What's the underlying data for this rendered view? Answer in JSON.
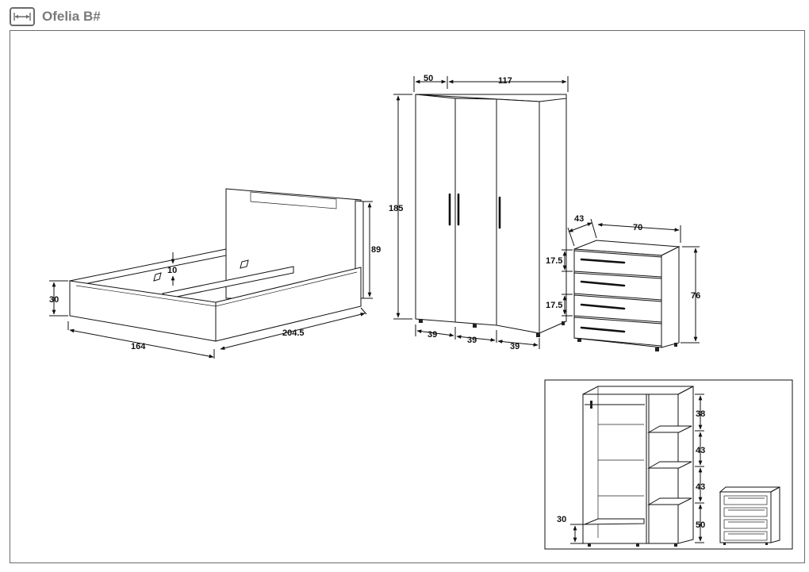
{
  "header": {
    "title": "Ofelia B#",
    "logo_icon": "dimension-arrow-icon"
  },
  "bed": {
    "width": "164",
    "length": "204.5",
    "headboard_height": "89",
    "frame_height": "30",
    "slat_offset": "10"
  },
  "wardrobe": {
    "depth": "50",
    "width": "117",
    "height": "185",
    "door_left": "39",
    "door_middle": "39",
    "door_right": "39"
  },
  "chest": {
    "depth": "43",
    "width": "70",
    "height": "76",
    "drawer_top": "17.5",
    "drawer_lower": "17.5"
  },
  "interior": {
    "shelf_1": "38",
    "shelf_2": "43",
    "shelf_3": "43",
    "shelf_4": "50",
    "bottom_shelf": "30"
  },
  "colors": {
    "line": "#111111",
    "frame": "#6b6b6b",
    "title": "#7a7a7a"
  }
}
